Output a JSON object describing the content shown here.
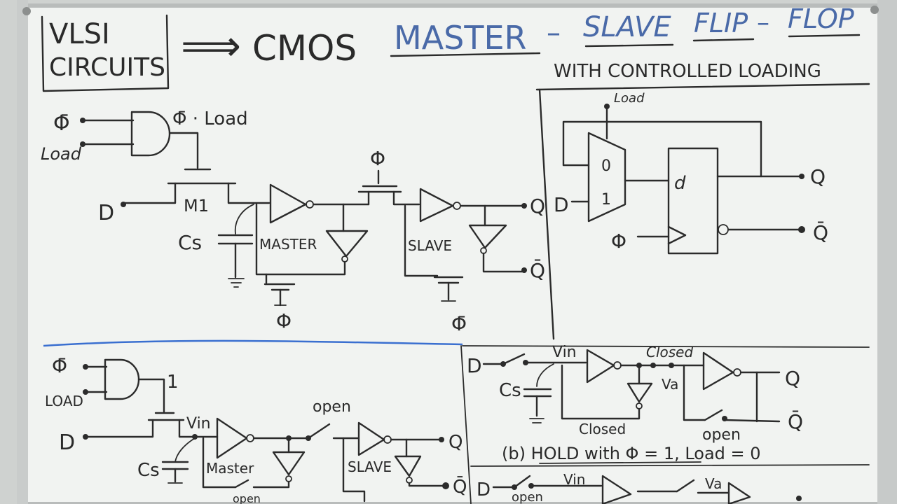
{
  "title": {
    "left_line1": "VLSI",
    "left_line2": "CIRCUITS",
    "arrow": "⟹",
    "cmos": "CMOS",
    "master": "MASTER",
    "dash1": "–",
    "slave": "SLAVE",
    "flip": "FLIP",
    "dash2": "–",
    "flop": "FLOP",
    "subtitle": "WITH CONTROLLED LOADING"
  },
  "main_circuit": {
    "phibar": "Φ̄",
    "load": "Load",
    "and_out": "Φ̄ · Load",
    "d": "D",
    "m1": "M1",
    "cs": "Cs",
    "phi_top": "Φ",
    "master": "MASTER",
    "slave": "SLAVE",
    "q": "Q",
    "qbar": "Q̄",
    "phi_bottom": "Φ",
    "phibar_bottom": "Φ̄"
  },
  "block_diagram": {
    "load": "Load",
    "mux0": "0",
    "mux1": "1",
    "d": "D",
    "ff_d": "d",
    "phi": "Φ",
    "q": "Q",
    "qbar": "Q̄"
  },
  "lower_left": {
    "phibar": "Φ̄",
    "load": "LOAD",
    "one": "1",
    "d": "D",
    "vin": "Vin",
    "open": "open",
    "cs": "Cs",
    "master": "Master",
    "slave": "SLAVE",
    "q": "Q",
    "qbar": "Q̄",
    "open_bottom": "open"
  },
  "lower_right": {
    "d": "D",
    "vin": "Vin",
    "closed_top": "Closed",
    "va": "Va",
    "cs": "Cs",
    "q": "Q",
    "qbar": "Q̄",
    "closed_bottom": "Closed",
    "open": "open",
    "caption": "(b) HOLD with Φ = 1, Load = 0",
    "d2": "D",
    "vin2": "Vin",
    "va2": "Va",
    "open2": "open"
  }
}
